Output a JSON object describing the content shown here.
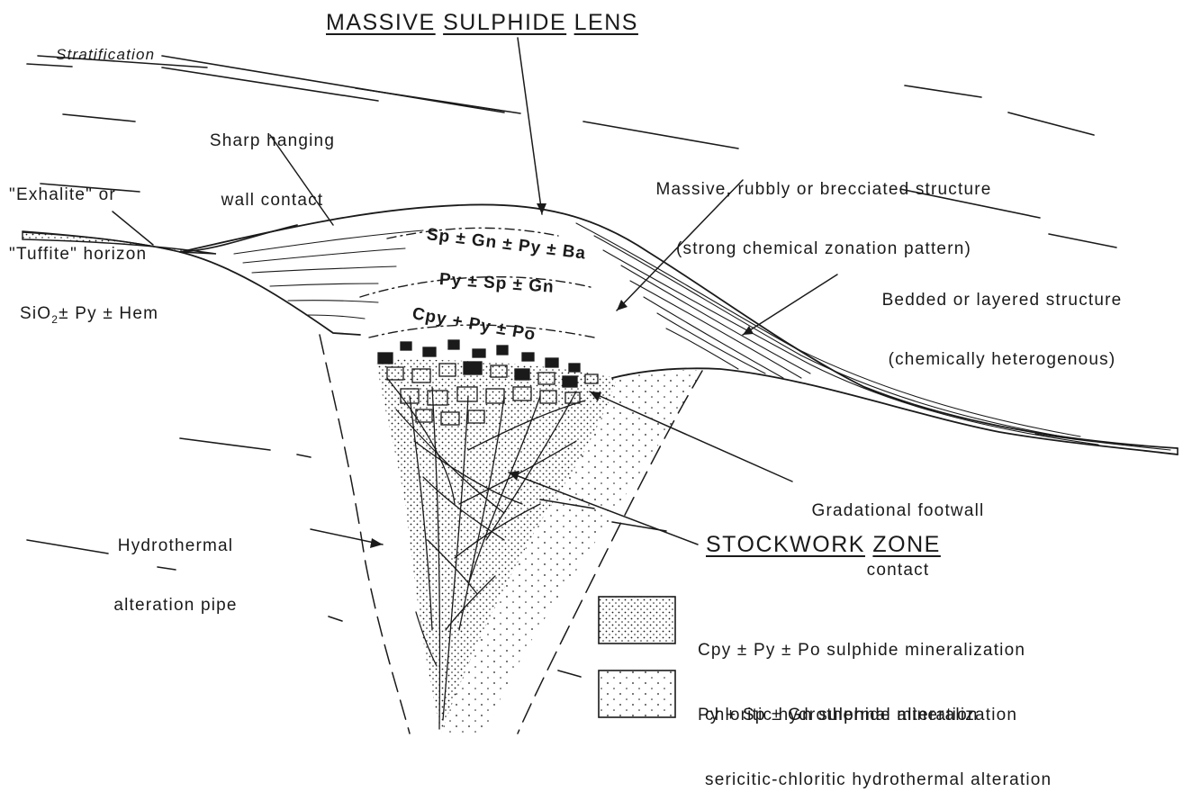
{
  "title": {
    "word1": "MASSIVE",
    "word2": "SULPHIDE",
    "word3": "LENS"
  },
  "labels": {
    "stratification": "Stratification",
    "sharp_hanging_1": "Sharp hanging",
    "sharp_hanging_2": "wall contact",
    "exhalite_1": "\"Exhalite\" or",
    "exhalite_2": "\"Tuffite\" horizon",
    "exhalite_3a": "SiO",
    "exhalite_3sub": "2",
    "exhalite_3b": "± Py ± Hem",
    "massive_1": "Massive, rubbly or brecciated structure",
    "massive_2": "(strong chemical zonation pattern)",
    "bedded_1": "Bedded or layered structure",
    "bedded_2": "(chemically heterogenous)",
    "gradational_1": "Gradational footwall",
    "gradational_2": "contact",
    "hydrothermal_1": "Hydrothermal",
    "hydrothermal_2": "alteration pipe",
    "stockwork_1": "STOCKWORK",
    "stockwork_2": "ZONE"
  },
  "zones": {
    "zone1": "Sp ± Gn ± Py ± Ba",
    "zone2": "Py ± Sp ± Gn",
    "zone3": "Cpy + Py ± Po"
  },
  "legend": [
    {
      "line1": "Cpy ± Py ± Po sulphide mineralization",
      "line2": "chloritic hydrothermal alteration",
      "pattern": "dense-stipple"
    },
    {
      "line1": "Py + Sp ± Gn sulphide mineralization",
      "line2": "sericitic-chloritic hydrothermal alteration",
      "pattern": "sparse-stipple"
    }
  ],
  "colors": {
    "ink": "#1a1a1a",
    "paper": "#ffffff"
  }
}
